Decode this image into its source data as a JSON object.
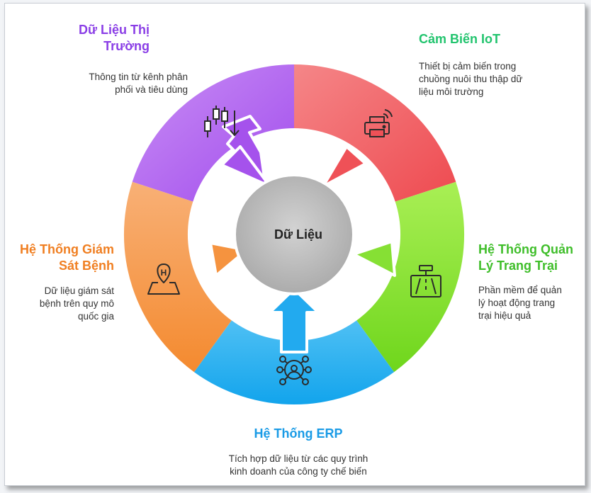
{
  "center": {
    "label": "Dữ Liệu"
  },
  "segments": [
    {
      "key": "market",
      "title_line1": "Dữ Liệu Thị",
      "title_line2": "Trường",
      "desc_line1": "Thông tin từ kênh phân",
      "desc_line2": "phối và tiêu dùng",
      "color": "#b46df0",
      "title_color": "#8a3ee6",
      "icon": "candlestick-chart-icon"
    },
    {
      "key": "iot",
      "title_line1": "Cảm Biến IoT",
      "desc_line1": "Thiết bị cảm biến trong",
      "desc_line2": "chuồng nuôi thu thập dữ",
      "desc_line3": "liệu môi trường",
      "color": "#f0595e",
      "title_color": "#22c46e",
      "icon": "wireless-printer-icon"
    },
    {
      "key": "farm",
      "title_line1": "Hệ Thống Quản",
      "title_line2": "Lý Trang Trại",
      "desc_line1": "Phần mềm để quản",
      "desc_line2": "lý hoạt động trang",
      "desc_line3": "trại hiệu quả",
      "color": "#8ee63a",
      "title_color": "#3fbe2a",
      "icon": "road-sign-icon"
    },
    {
      "key": "erp",
      "title_line1": "Hệ Thống ERP",
      "desc_line1": "Tích hợp dữ liệu từ các quy trình",
      "desc_line2": "kinh doanh của công ty chế biến",
      "color": "#25aef0",
      "title_color": "#1a9be6",
      "icon": "network-user-icon"
    },
    {
      "key": "disease",
      "title_line1": "Hệ Thống Giám",
      "title_line2": "Sát Bệnh",
      "desc_line1": "Dữ liệu giám sát",
      "desc_line2": "bệnh trên quy mô",
      "desc_line3": "quốc gia",
      "color": "#f59645",
      "title_color": "#f07f22",
      "icon": "hospital-location-icon"
    }
  ]
}
